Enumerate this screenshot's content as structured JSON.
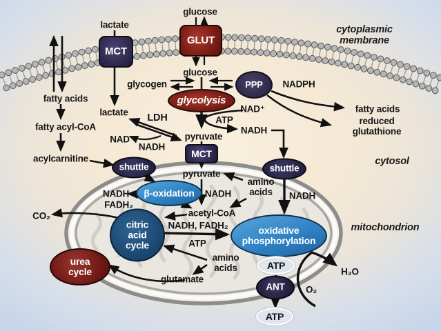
{
  "diagram_title": "cell metabolism pathway map",
  "regions": {
    "cytoplasmic_membrane": "cytoplasmic membrane",
    "cytosol": "cytosol",
    "mitochondrion": "mitochondrion"
  },
  "transporters": {
    "glut": "GLUT",
    "mct_plasma": "MCT",
    "mct_mito": "MCT",
    "ant": "ANT",
    "shuttle_left": "shuttle",
    "shuttle_right": "shuttle"
  },
  "pathways": {
    "glycolysis": "glycolysis",
    "ppp": "PPP",
    "beta_oxidation": "β-oxidation",
    "citric_acid_cycle": "citric\nacid\ncycle",
    "oxidative_phosphorylation": "oxidative\nphosphorylation",
    "urea_cycle": "urea\ncycle"
  },
  "enzymes": {
    "ldh": "LDH"
  },
  "metabolites": {
    "glucose_top": "glucose",
    "glucose_cytosol": "glucose",
    "lactate_top": "lactate",
    "lactate_cytosol": "lactate",
    "glycogen": "glycogen",
    "nadph": "NADPH",
    "fatty_acids_membrane": "fatty acids",
    "fatty_acids_product": "fatty acids",
    "reduced_glutathione": "reduced glutathione",
    "fatty_acyl_coa": "fatty acyl-CoA",
    "acylcarnitine": "acylcarnitine",
    "nad_ldh": "NAD⁺",
    "nadh_ldh": "NADH",
    "nad_glycolysis": "NAD⁺",
    "atp_glycolysis": "ATP",
    "nadh_glycolysis": "NADH",
    "pyruvate_cytosol": "pyruvate",
    "pyruvate_mito": "pyruvate",
    "nadh_pdh": "NADH",
    "amino_acids_upper": "amino\nacids",
    "nadh_shuttle": "NADH",
    "acetyl_coa": "acetyl-CoA",
    "nadh_beta": "NADH",
    "fadh2_beta": "FADH₂",
    "co2": "CO₂",
    "nadh_fadh2_tca": "NADH, FADH₂",
    "atp_tca": "ATP",
    "amino_acids_lower": "amino\nacids",
    "glutamate": "glutamate",
    "atp_matrix": "ATP",
    "atp_exported": "ATP",
    "h2o": "H₂O",
    "o2": "O₂"
  },
  "colors": {
    "pathway_red": "#7b1d17",
    "transporter_navy": "#332d52",
    "process_blue": "#2f82c4",
    "tca_dark_blue": "#1c4a74",
    "ant_purple": "#241d3c",
    "atp_pill": "#dfe5ec",
    "membrane_gray": "#b6b6b6",
    "mito_outline_gray": "#8c8c8a",
    "arrow_black": "#111111",
    "background_center": "#f8eedd",
    "background_edge": "#c7d5ea"
  }
}
